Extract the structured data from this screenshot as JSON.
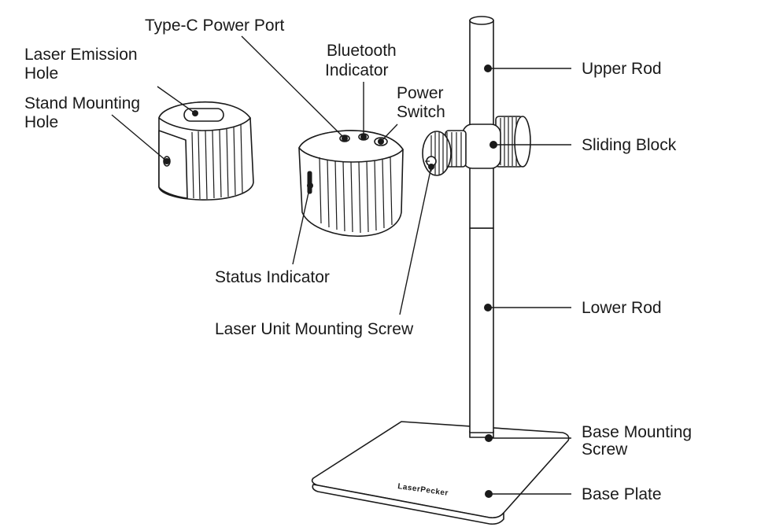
{
  "labels": {
    "type_c_power_port": "Type-C Power Port",
    "laser_emission_hole": [
      "Laser Emission",
      "Hole"
    ],
    "stand_mounting_hole": [
      "Stand Mounting",
      "Hole"
    ],
    "bluetooth_indicator": [
      "Bluetooth",
      "Indicator"
    ],
    "power_switch": [
      "Power",
      "Switch"
    ],
    "upper_rod": "Upper Rod",
    "sliding_block": "Sliding Block",
    "status_indicator": "Status Indicator",
    "laser_unit_mounting_screw": "Laser Unit Mounting Screw",
    "lower_rod": "Lower Rod",
    "base_mounting_screw": [
      "Base Mounting",
      "Screw"
    ],
    "base_plate": "Base Plate",
    "base_plate_logo": "LaserPecker"
  },
  "colors": {
    "line": "#1a1a1a",
    "background": "#ffffff"
  }
}
